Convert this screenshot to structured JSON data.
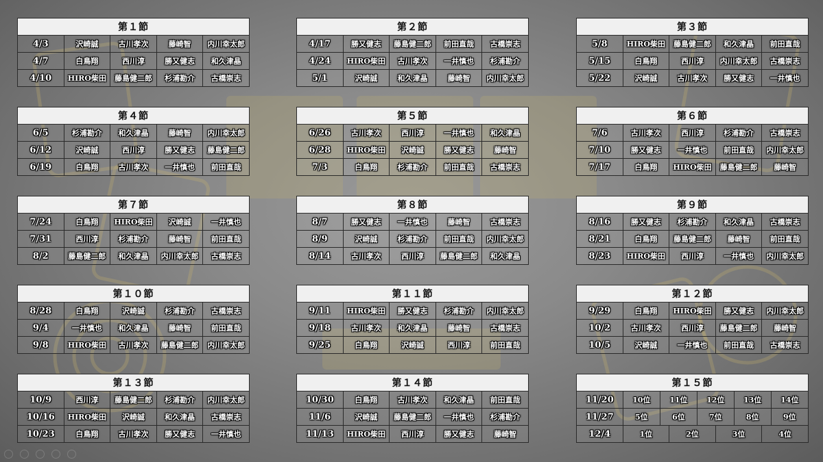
{
  "colors": {
    "background": "#8a8a8a",
    "header_bg": "#f0f0f0",
    "border": "#2a2a2a",
    "gold": "#c9b46a"
  },
  "toolbar": {
    "icons": [
      "prev-icon",
      "play-icon",
      "edit-icon",
      "view-icon",
      "more-icon"
    ]
  },
  "rounds": [
    {
      "title": "第１節",
      "rows": [
        {
          "date": "4/3",
          "players": [
            "沢崎誠",
            "古川孝次",
            "藤崎智",
            "内川幸太郎"
          ]
        },
        {
          "date": "4/7",
          "players": [
            "白鳥翔",
            "西川淳",
            "勝又健志",
            "和久津晶"
          ]
        },
        {
          "date": "4/10",
          "players": [
            "HIRO柴田",
            "藤島健二郎",
            "杉浦勘介",
            "古橋崇志"
          ]
        }
      ]
    },
    {
      "title": "第２節",
      "rows": [
        {
          "date": "4/17",
          "players": [
            "勝又健志",
            "藤島健二郎",
            "前田直哉",
            "古橋崇志"
          ]
        },
        {
          "date": "4/24",
          "players": [
            "HIRO柴田",
            "古川孝次",
            "一井慎也",
            "杉浦勘介"
          ]
        },
        {
          "date": "5/1",
          "players": [
            "沢崎誠",
            "和久津晶",
            "藤崎智",
            "内川幸太郎"
          ]
        }
      ]
    },
    {
      "title": "第３節",
      "rows": [
        {
          "date": "5/8",
          "players": [
            "HIRO柴田",
            "藤島健二郎",
            "和久津晶",
            "前田直哉"
          ]
        },
        {
          "date": "5/15",
          "players": [
            "白鳥翔",
            "西川淳",
            "内川幸太郎",
            "古橋崇志"
          ]
        },
        {
          "date": "5/22",
          "players": [
            "沢崎誠",
            "古川孝次",
            "勝又健志",
            "一井慎也"
          ]
        }
      ]
    },
    {
      "title": "第４節",
      "rows": [
        {
          "date": "6/5",
          "players": [
            "杉浦勘介",
            "和久津晶",
            "藤崎智",
            "内川幸太郎"
          ]
        },
        {
          "date": "6/12",
          "players": [
            "沢崎誠",
            "西川淳",
            "勝又健志",
            "藤島健二郎"
          ]
        },
        {
          "date": "6/19",
          "players": [
            "白鳥翔",
            "古川孝次",
            "一井慎也",
            "前田直哉"
          ]
        }
      ]
    },
    {
      "title": "第５節",
      "rows": [
        {
          "date": "6/26",
          "players": [
            "古川孝次",
            "西川淳",
            "一井慎也",
            "和久津晶"
          ]
        },
        {
          "date": "6/28",
          "players": [
            "HIRO柴田",
            "沢崎誠",
            "勝又健志",
            "藤崎智"
          ]
        },
        {
          "date": "7/3",
          "players": [
            "白鳥翔",
            "杉浦勘介",
            "前田直哉",
            "古橋崇志"
          ]
        }
      ]
    },
    {
      "title": "第６節",
      "rows": [
        {
          "date": "7/6",
          "players": [
            "古川孝次",
            "西川淳",
            "杉浦勘介",
            "古橋崇志"
          ]
        },
        {
          "date": "7/10",
          "players": [
            "勝又健志",
            "一井慎也",
            "前田直哉",
            "内川幸太郎"
          ]
        },
        {
          "date": "7/17",
          "players": [
            "白鳥翔",
            "HIRO柴田",
            "藤島健二郎",
            "藤崎智"
          ]
        }
      ]
    },
    {
      "title": "第７節",
      "rows": [
        {
          "date": "7/24",
          "players": [
            "白鳥翔",
            "HIRO柴田",
            "沢崎誠",
            "一井慎也"
          ]
        },
        {
          "date": "7/31",
          "players": [
            "西川淳",
            "杉浦勘介",
            "藤崎智",
            "前田直哉"
          ]
        },
        {
          "date": "8/2",
          "players": [
            "藤島健二郎",
            "和久津晶",
            "内川幸太郎",
            "古橋崇志"
          ]
        }
      ]
    },
    {
      "title": "第８節",
      "rows": [
        {
          "date": "8/7",
          "players": [
            "勝又健志",
            "一井慎也",
            "藤崎智",
            "古橋崇志"
          ]
        },
        {
          "date": "8/9",
          "players": [
            "沢崎誠",
            "杉浦勘介",
            "前田直哉",
            "内川幸太郎"
          ]
        },
        {
          "date": "8/14",
          "players": [
            "古川孝次",
            "西川淳",
            "藤島健二郎",
            "和久津晶"
          ]
        }
      ]
    },
    {
      "title": "第９節",
      "rows": [
        {
          "date": "8/16",
          "players": [
            "勝又健志",
            "杉浦勘介",
            "和久津晶",
            "古橋崇志"
          ]
        },
        {
          "date": "8/21",
          "players": [
            "白鳥翔",
            "藤島健二郎",
            "藤崎智",
            "前田直哉"
          ]
        },
        {
          "date": "8/23",
          "players": [
            "HIRO柴田",
            "西川淳",
            "一井慎也",
            "内川幸太郎"
          ]
        }
      ]
    },
    {
      "title": "第１０節",
      "rows": [
        {
          "date": "8/28",
          "players": [
            "白鳥翔",
            "沢崎誠",
            "杉浦勘介",
            "古橋崇志"
          ]
        },
        {
          "date": "9/4",
          "players": [
            "一井慎也",
            "和久津晶",
            "藤崎智",
            "前田直哉"
          ]
        },
        {
          "date": "9/8",
          "players": [
            "HIRO柴田",
            "古川孝次",
            "藤島健二郎",
            "内川幸太郎"
          ]
        }
      ]
    },
    {
      "title": "第１１節",
      "rows": [
        {
          "date": "9/11",
          "players": [
            "HIRO柴田",
            "勝又健志",
            "杉浦勘介",
            "内川幸太郎"
          ]
        },
        {
          "date": "9/18",
          "players": [
            "古川孝次",
            "和久津晶",
            "藤崎智",
            "古橋崇志"
          ]
        },
        {
          "date": "9/25",
          "players": [
            "白鳥翔",
            "沢崎誠",
            "西川淳",
            "前田直哉"
          ]
        }
      ]
    },
    {
      "title": "第１２節",
      "rows": [
        {
          "date": "9/29",
          "players": [
            "白鳥翔",
            "HIRO柴田",
            "勝又健志",
            "内川幸太郎"
          ]
        },
        {
          "date": "10/2",
          "players": [
            "古川孝次",
            "西川淳",
            "藤島健二郎",
            "藤崎智"
          ]
        },
        {
          "date": "10/5",
          "players": [
            "沢崎誠",
            "一井慎也",
            "前田直哉",
            "古橋崇志"
          ]
        }
      ]
    },
    {
      "title": "第１３節",
      "rows": [
        {
          "date": "10/9",
          "players": [
            "西川淳",
            "藤島健二郎",
            "杉浦勘介",
            "内川幸太郎"
          ]
        },
        {
          "date": "10/16",
          "players": [
            "HIRO柴田",
            "沢崎誠",
            "和久津晶",
            "古橋崇志"
          ]
        },
        {
          "date": "10/23",
          "players": [
            "白鳥翔",
            "古川孝次",
            "勝又健志",
            "一井慎也"
          ]
        }
      ]
    },
    {
      "title": "第１４節",
      "rows": [
        {
          "date": "10/30",
          "players": [
            "白鳥翔",
            "古川孝次",
            "和久津晶",
            "前田直哉"
          ]
        },
        {
          "date": "11/6",
          "players": [
            "沢崎誠",
            "藤島健二郎",
            "一井慎也",
            "杉浦勘介"
          ]
        },
        {
          "date": "11/13",
          "players": [
            "HIRO柴田",
            "西川淳",
            "勝又健志",
            "藤崎智"
          ]
        }
      ]
    },
    {
      "title": "第１５節",
      "rows": [
        {
          "date": "11/20",
          "players": [
            "10位",
            "11位",
            "12位",
            "13位",
            "14位"
          ]
        },
        {
          "date": "11/27",
          "players": [
            "5位",
            "6位",
            "7位",
            "8位",
            "9位"
          ]
        },
        {
          "date": "12/4",
          "players": [
            "1位",
            "2位",
            "3位",
            "4位"
          ]
        }
      ]
    }
  ]
}
